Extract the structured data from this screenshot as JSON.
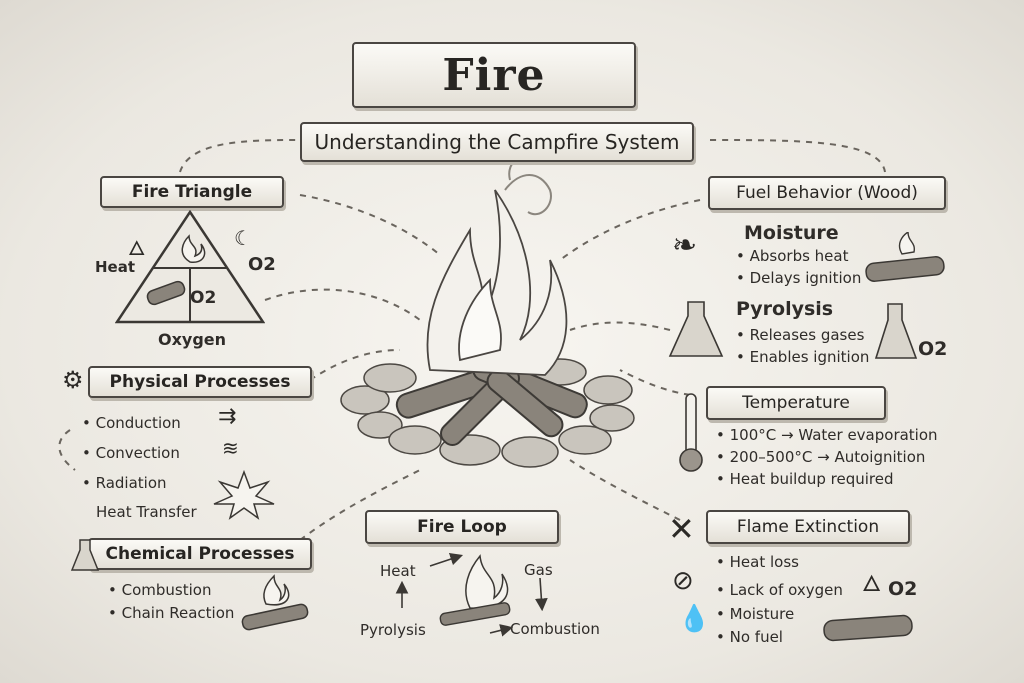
{
  "title": "Fire",
  "subtitle": "Understanding the Campfire System",
  "fire_triangle": {
    "heading": "Fire Triangle",
    "heat_label": "Heat",
    "o2_top": "O2",
    "o2_inner": "O2",
    "oxygen_label": "Oxygen"
  },
  "physical": {
    "heading": "Physical Processes",
    "items": [
      "Conduction",
      "Convection",
      "Radiation",
      "Heat Transfer"
    ]
  },
  "chemical": {
    "heading": "Chemical Processes",
    "items": [
      "Combustion",
      "Chain Reaction"
    ]
  },
  "fire_loop": {
    "heading": "Fire Loop",
    "heat": "Heat",
    "gas": "Gas",
    "pyrolysis": "Pyrolysis",
    "combustion": "Combustion"
  },
  "fuel": {
    "heading": "Fuel Behavior (Wood)",
    "moisture_title": "Moisture",
    "moisture_items": [
      "Absorbs heat",
      "Delays ignition"
    ],
    "pyrolysis_title": "Pyrolysis",
    "pyrolysis_items": [
      "Releases gases",
      "Enables ignition"
    ],
    "o2_label": "O2"
  },
  "temperature": {
    "heading": "Temperature",
    "items": [
      "100°C → Water evaporation",
      "200–500°C → Autoignition",
      "Heat buildup required"
    ]
  },
  "extinction": {
    "heading": "Flame Extinction",
    "items": [
      "Heat loss",
      "Lack of oxygen",
      "Moisture",
      "No fuel"
    ],
    "o2_label": "O2"
  },
  "icons": [
    "flame-icon",
    "moon-o2-icon",
    "log-icon",
    "gear-icon",
    "flask-icon",
    "arrows-icon",
    "spark-icon",
    "leaf-icon",
    "beaker-icon",
    "thermometer-icon",
    "crossed-logs-icon",
    "no-oxygen-icon",
    "droplet-icon",
    "campfire-icon"
  ],
  "colors": {
    "ink": "#2c2a27",
    "paper": "#f1efea",
    "banner": "#e8e4db"
  }
}
